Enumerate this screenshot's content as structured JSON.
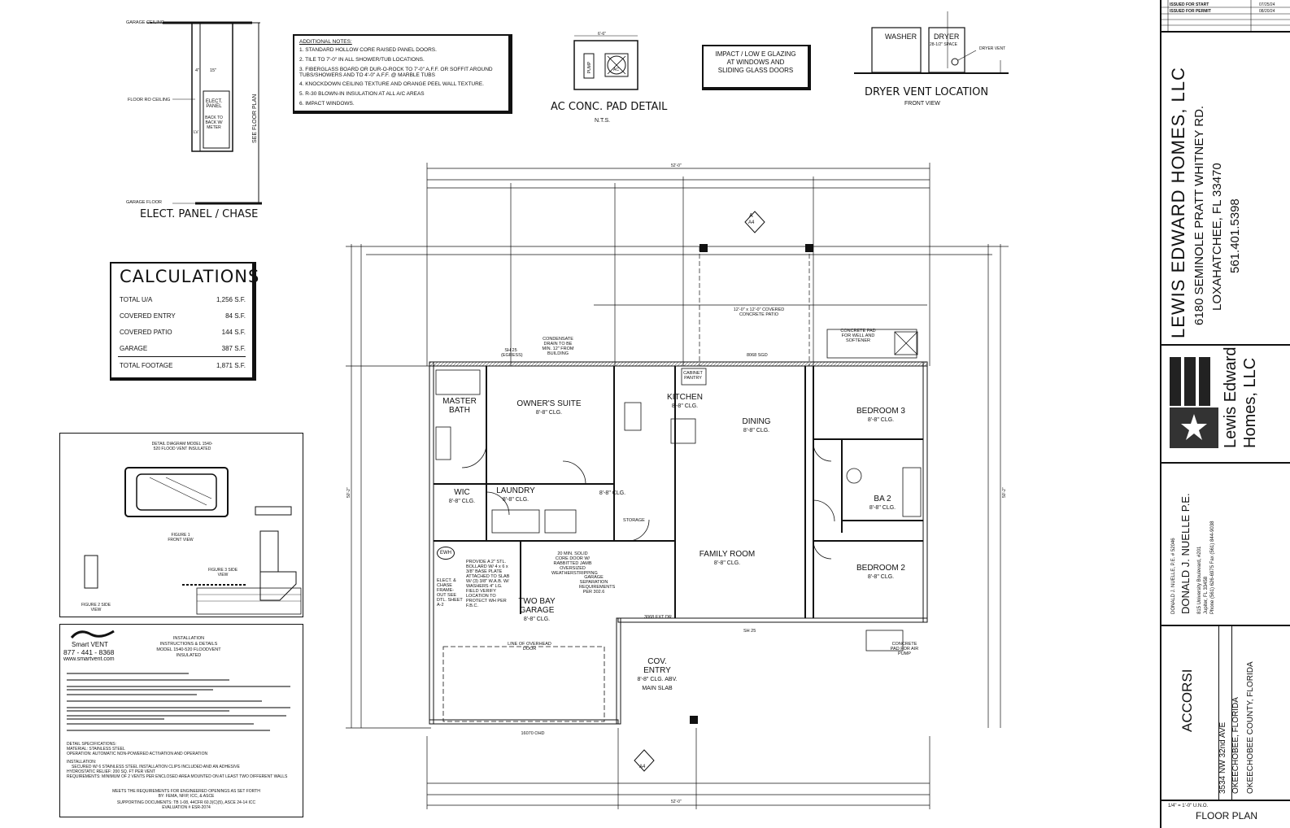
{
  "elec_panel": {
    "title": "ELECT. PANEL / CHASE",
    "garage_ceiling": "GARAGE CEILING",
    "floor_ro_ceiling": "FLOOR RO CEILING",
    "garage_floor": "GARAGE FLOOR",
    "see_floor_plan": "SEE FLOOR PLAN",
    "panel_label": "ELECT. PANEL",
    "back_to_back": "BACK TO BACK W/ METER",
    "dim_4": "4\"",
    "dim_15": "15\"",
    "lv": "LV"
  },
  "additional_notes": {
    "heading": "ADDITIONAL NOTES:",
    "items": [
      "1. STANDARD HOLLOW CORE RAISED PANEL DOORS.",
      "2. TILE TO 7'-0\" IN ALL SHOWER/TUB LOCATIONS.",
      "3. FIBERGLASS BOARD OR DUR-O-ROCK TO 7'-0\" A.F.F. OR SOFFIT AROUND TUBS/SHOWERS AND TO 4'-0\" A.F.F. @ MARBLE TUBS",
      "4. KNOCKDOWN CEILING TEXTURE AND ORANGE PEEL WALL TEXTURE.",
      "5. R-30 BLOWN-IN INSULATION AT ALL A/C AREAS",
      "6. IMPACT WINDOWS."
    ]
  },
  "ac_pad": {
    "title": "AC CONC. PAD DETAIL",
    "sub": "N.T.S.",
    "dim": "6'-6\"",
    "pump": "PUMP",
    "ac": "AC"
  },
  "impact_box": "IMPACT / LOW E GLAZING AT WINDOWS AND SLIDING GLASS DOORS",
  "dryer_vent": {
    "title": "DRYER VENT LOCATION",
    "sub": "FRONT VIEW",
    "washer": "WASHER",
    "dryer": "DRYER",
    "space": "28-1/2\" SPACE",
    "vent": "DRYER VENT"
  },
  "calculations": {
    "title": "CALCULATIONS",
    "rows": [
      {
        "label": "TOTAL U/A",
        "value": "1,256 S.F."
      },
      {
        "label": "COVERED ENTRY",
        "value": "84 S.F."
      },
      {
        "label": "COVERED PATIO",
        "value": "144 S.F."
      },
      {
        "label": "GARAGE",
        "value": "387 S.F."
      }
    ],
    "total": {
      "label": "TOTAL FOOTAGE",
      "value": "1,871 S.F."
    }
  },
  "detail_diagram": {
    "title": "DETAIL DIAGRAM MODEL 1540-520 FLOOD VENT INSULATED",
    "front_view": "FIGURE 1 FRONT VIEW",
    "side_view": "FIGURE 2 SIDE VIEW",
    "side_view3": "FIGURE 3 SIDE VIEW"
  },
  "smart_vent": {
    "brand": "Smart VENT",
    "phone": "877 - 441 - 8368",
    "url": "www.smartvent.com",
    "heading": "INSTALLATION INSTRUCTIONS & DETAILS MODEL 1540-520 FLOODVENT INSULATED",
    "spec_title": "DETAIL SPECIFICATIONS:",
    "spec1": "MATERIAL: STAINLESS STEEL",
    "spec2": "OPERATION: AUTOMATIC NON-POWERED ACTIVATION AND OPERATION",
    "install": "INSTALLATION:",
    "install1": "SECURED W/ 6 STAINLESS STEEL INSTALLATION CLIPS INCLUDED AND AN ADHESIVE",
    "install2": "HYDROSTATIC RELIEF: 200 SQ. FT PER VENT",
    "install3": "REQUIREMENTS: MINIMUM OF 2 VENTS PER ENCLOSED AREA  MOUNTED ON AT LEAST TWO DIFFERENT WALLS",
    "meets": "MEETS THE REQUIREMENTS FOR ENGINEERED OPENINGS AS SET FORTH BY: FEMA, NFIP, ICC, & ASCE",
    "supporting": "SUPPORTING DOCUMENTS: TB 1-08, 44CFR 60.3(C)(5), ASCE 24-14 ICC EVALUATION # ESR-2074"
  },
  "floor_plan": {
    "overall_top": "52'-0\"",
    "overall_bottom": "52'-0\"",
    "overall_left": "50'-2\"",
    "overall_right": "50'-2\"",
    "rooms": {
      "owners_suite": {
        "name": "OWNER'S SUITE",
        "clg": "8'-8\" CLG."
      },
      "master_bath": {
        "name": "MASTER BATH",
        "clg": ""
      },
      "kitchen": {
        "name": "KITCHEN",
        "clg": "8'-8\" CLG."
      },
      "dining": {
        "name": "DINING",
        "clg": "8'-8\" CLG."
      },
      "bedroom3": {
        "name": "BEDROOM 3",
        "clg": "8'-8\" CLG."
      },
      "bedroom2": {
        "name": "BEDROOM 2",
        "clg": "8'-8\" CLG."
      },
      "ba2": {
        "name": "BA 2",
        "clg": "8'-8\" CLG."
      },
      "laundry": {
        "name": "LAUNDRY",
        "clg": "8'-8\" CLG."
      },
      "wic": {
        "name": "WIC",
        "clg": "8'-8\" CLG."
      },
      "family_room": {
        "name": "FAMILY ROOM",
        "clg": "8'-8\" CLG."
      },
      "garage": {
        "name": "TWO BAY GARAGE",
        "clg": "8'-8\" CLG."
      },
      "cov_entry": {
        "name": "COV. ENTRY",
        "clg": "8'-8\" CLG. ABV. MAIN SLAB"
      },
      "hall": {
        "clg": "8'-8\" CLG."
      },
      "storage": {
        "name": "STORAGE"
      },
      "cabinet_pantry": {
        "name": "CABINET PANTRY"
      }
    },
    "covered_patio": "12'-0\" x 12'-0\" COVERED CONCRETE PATIO",
    "condensate": "CONDENSATE DRAIN TO BE MIN. 12\" FROM BUILDING",
    "concrete_pad_well": "CONCRETE PAD FOR WELL AND SOFTENER",
    "concrete_pad_air": "CONCRETE PAD FOR AIR PUMP",
    "overhead_door": "LINE OF OVERHEAD DOOR",
    "garage_door": "16070 OHD",
    "bollard": "PROVIDE A 2\" STL. BOLLARD W/ 4 x 6 x 3/8\" BASE PLATE ATTACHED TO SLAB W/ (3) 3/8\" W.A.B. W/ WASHERS 4\" LG. FIELD VERIFY LOCATION TO PROTECT WH PER F.B.C.",
    "elect_chase": "ELECT. & CHASE FRAME-OUT SEE DTL. SHEET A-2",
    "solid_core": "20 MIN. SOLID CORE DOOR W/ RABBITTED JAMB OVERSIZED WEATHERSTRIPPING",
    "garage_sep": "GARAGE SEPARATION REQUIREMENTS PER 302.6",
    "ewh": "EWH",
    "sgd": "8068 SGD",
    "ext_dr": "3068 EXT DR",
    "sh25": "SH 25",
    "sh25_egress": "SH 25 (EGRESS)",
    "a4": "A4",
    "a_mark": "A"
  },
  "title_block": {
    "issued_start": "ISSUED FOR START",
    "issued_start_date": "07/25/24",
    "issued_permit": "ISSUED FOR PERMIT",
    "issued_permit_date": "08/20/24",
    "company": "LEWIS EDWARD HOMES, LLC",
    "address1": "6180 SEMINOLE PRATT WHITNEY RD.",
    "address2": "LOXAHATCHEE, FL 33470",
    "phone": "561.401.5398",
    "logo_line1": "Lewis Edward",
    "logo_line2": "Homes, LLC",
    "engineer": "DONALD J. NUELLE P.E.",
    "engineer_small": "DONALD J. NUELLE, P.E. # 52046",
    "engineer_addr": "815 University Boulevard, #201",
    "engineer_city": "Jupiter, FL 33458",
    "engineer_phone": "Phone (561) 626-6975   Fax (561) 844-9038",
    "project": "ACCORSI",
    "proj_addr1": "3534 NW 32nd AVE",
    "proj_addr2": "OKEECHOBEE, FLORIDA",
    "proj_addr3": "OKEECHOBEE COUNTY, FLORIDA",
    "scale": "1/4\" = 1'-0\" U.N.O.",
    "sheet": "FLOOR PLAN"
  }
}
